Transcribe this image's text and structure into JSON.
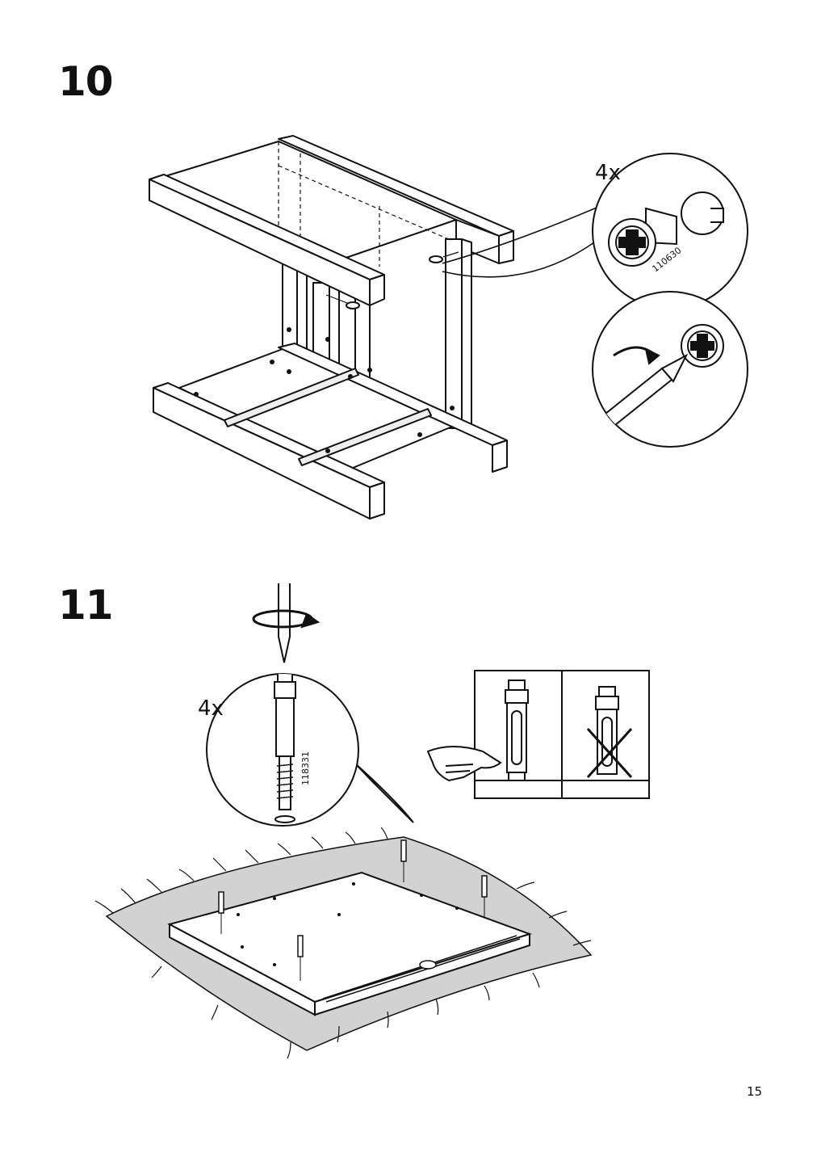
{
  "steps": [
    {
      "number": "10",
      "quantity": "4x",
      "part_number": "110630"
    },
    {
      "number": "11",
      "quantity": "4x",
      "part_number": "118331"
    }
  ],
  "page_number": "15",
  "colors": {
    "ink": "#111111",
    "paper": "#ffffff",
    "shade": "#cfcfcf"
  }
}
